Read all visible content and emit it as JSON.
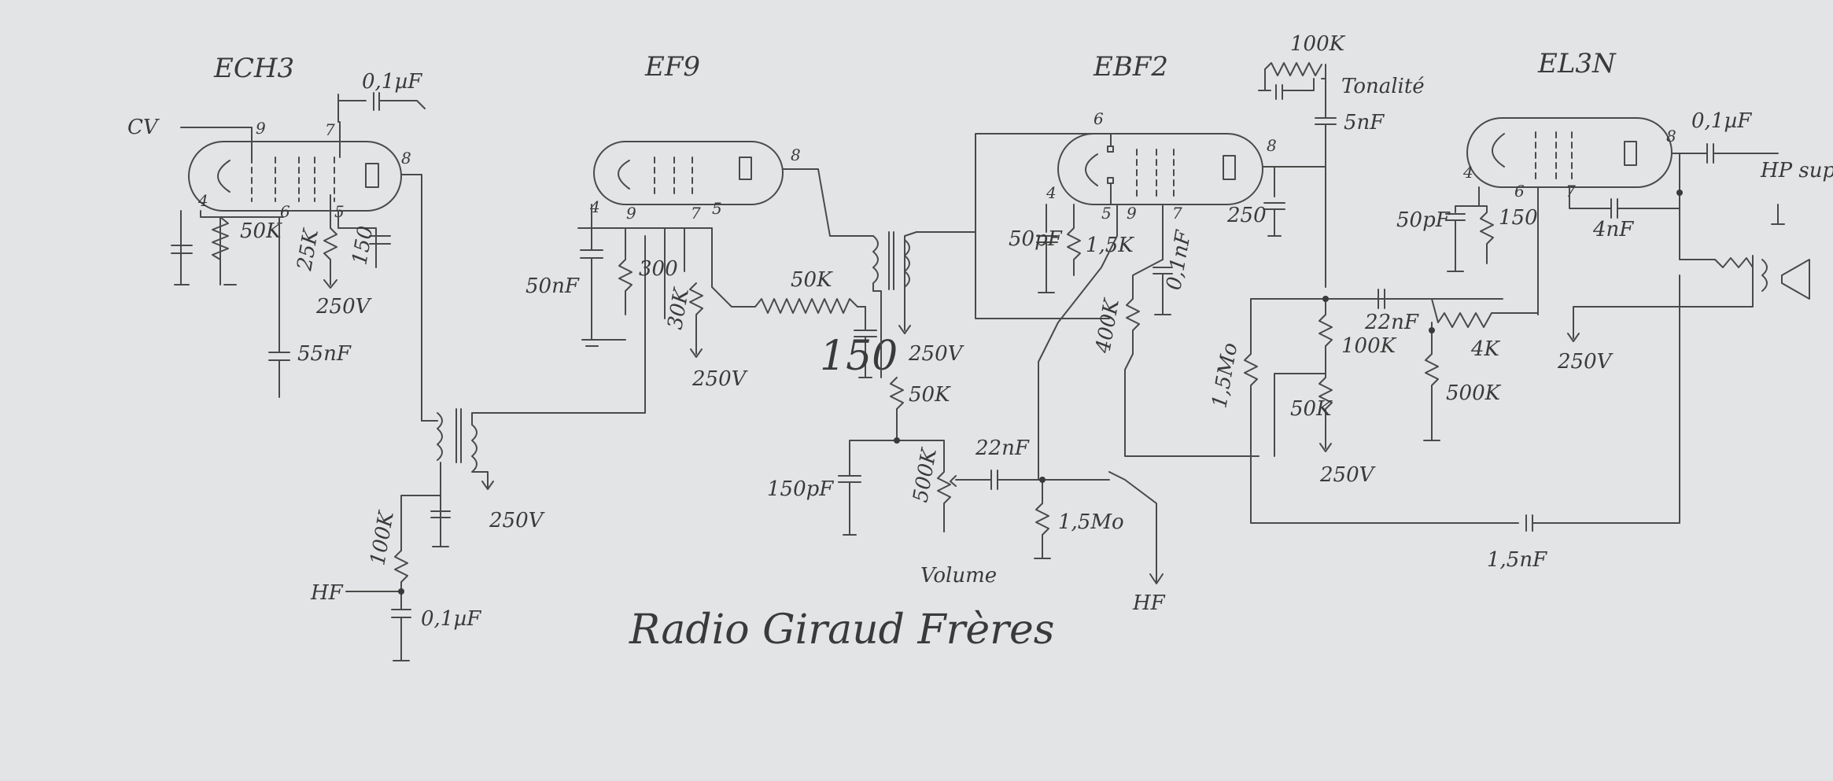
{
  "diagram": {
    "title": "Radio Giraud Frères",
    "tubes": [
      "ECH3",
      "EF9",
      "EBF2",
      "EL3N"
    ],
    "pins": {
      "ech3": [
        "9",
        "7",
        "8",
        "4",
        "6",
        "5"
      ],
      "ef9": [
        "8",
        "4",
        "9",
        "7",
        "5"
      ],
      "ebf2": [
        "6",
        "8",
        "4",
        "5",
        "9",
        "7"
      ],
      "el3n": [
        "8",
        "4",
        "6",
        "7"
      ]
    },
    "labels": {
      "cv": "CV",
      "c_01uf_ech3": "0,1µF",
      "r_50k_ech3": "50K",
      "r_25k": "25K",
      "c_150_ech3": "150",
      "v_250_ech3": "250V",
      "c_55nf": "55nF",
      "r_100k_hf": "100K",
      "hf_left": "HF",
      "c_01uf_hf": "0,1µF",
      "v_250_if1": "250V",
      "c_50nf": "50nF",
      "r_300": "300",
      "r_30k": "30K",
      "v_250_ef9": "250V",
      "r_50k_ef9": "50K",
      "c_150_ef9": "150",
      "v_250_if2": "250V",
      "r_50k_if2": "50K",
      "c_150pf": "150pF",
      "r_500k_vol": "500K",
      "c_22nf_vol": "22nF",
      "volume": "Volume",
      "r_15mo": "1,5Mo",
      "hf_center": "HF",
      "r_100k_tone": "100K",
      "tonalite": "Tonalité",
      "c_5nf": "5nF",
      "c_50pf_ebf2": "50pF",
      "r_15k": "1,5K",
      "c_01nf": "0,1nF",
      "c_250": "250",
      "r_400k": "400K",
      "r_15mo_ebf2": "1,5Mo",
      "r_100k_ebf2": "100K",
      "r_50k_ebf2": "50K",
      "v_250_ebf2": "250V",
      "c_22nf_el3": "22nF",
      "r_4k": "4K",
      "r_500k_el3": "500K",
      "c_50pf_el3": "50pF",
      "r_150": "150",
      "c_4nf": "4nF",
      "v_250_el3": "250V",
      "c_01uf_el3": "0,1µF",
      "hp_sup": "HP sup",
      "c_15nf": "1,5nF"
    }
  },
  "colors": {
    "paper": "#e3e4e5",
    "ink": "#4a4a4a"
  }
}
